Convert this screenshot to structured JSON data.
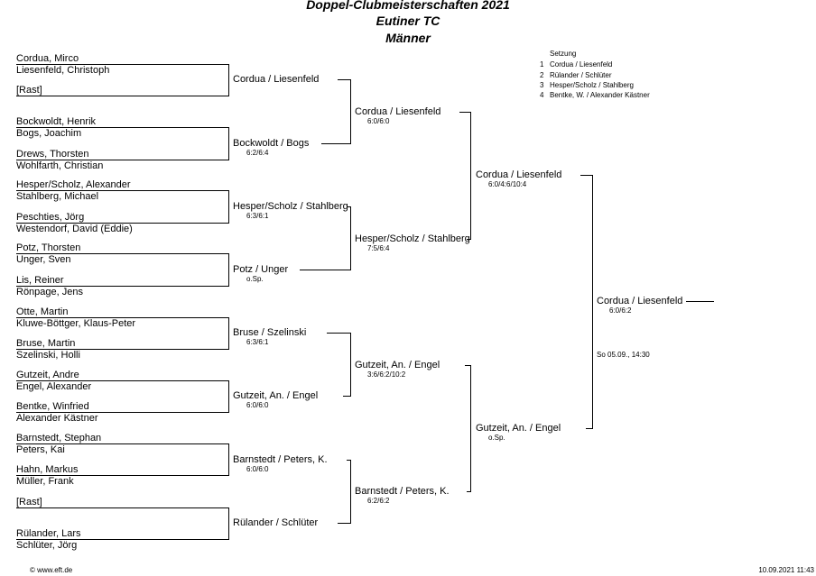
{
  "header": {
    "title": "Doppel-Clubmeisterschaften 2021",
    "club": "Eutiner TC",
    "category": "Männer"
  },
  "seeding": {
    "title": "Setzung",
    "entries": [
      {
        "num": "1",
        "name": "Cordua / Liesenfeld"
      },
      {
        "num": "2",
        "name": "Rülander / Schlüter"
      },
      {
        "num": "3",
        "name": "Hesper/Scholz / Stahlberg"
      },
      {
        "num": "4",
        "name": "Bentke, W. / Alexander Kästner"
      }
    ]
  },
  "round1": [
    {
      "a": "Cordua, Mirco",
      "b": "Liesenfeld, Christoph"
    },
    {
      "a": "[Rast]",
      "b": ""
    },
    {
      "a": "Bockwoldt, Henrik",
      "b": "Bogs, Joachim"
    },
    {
      "a": "Drews, Thorsten",
      "b": "Wohlfarth, Christian"
    },
    {
      "a": "Hesper/Scholz, Alexander",
      "b": "Stahlberg, Michael"
    },
    {
      "a": "Peschties, Jörg",
      "b": "Westendorf, David (Eddie)"
    },
    {
      "a": "Potz, Thorsten",
      "b": "Unger, Sven"
    },
    {
      "a": "Lis, Reiner",
      "b": "Rönpage, Jens"
    },
    {
      "a": "Otte, Martin",
      "b": "Kluwe-Böttger, Klaus-Peter"
    },
    {
      "a": "Bruse, Martin",
      "b": "Szelinski, Holli"
    },
    {
      "a": "Gutzeit, Andre",
      "b": "Engel, Alexander"
    },
    {
      "a": "Bentke, Winfried",
      "b": "Alexander Kästner"
    },
    {
      "a": "Barnstedt, Stephan",
      "b": "Peters, Kai"
    },
    {
      "a": "Hahn, Markus",
      "b": "Müller, Frank"
    },
    {
      "a": "[Rast]",
      "b": ""
    },
    {
      "a": "Rülander, Lars",
      "b": "Schlüter, Jörg"
    }
  ],
  "round2": [
    {
      "name": "Cordua / Liesenfeld",
      "score": ""
    },
    {
      "name": "Bockwoldt / Bogs",
      "score": "6:2/6:4"
    },
    {
      "name": "Hesper/Scholz / Stahlberg",
      "score": "6:3/6:1"
    },
    {
      "name": "Potz / Unger",
      "score": "o.Sp."
    },
    {
      "name": "Bruse / Szelinski",
      "score": "6:3/6:1"
    },
    {
      "name": "Gutzeit, An. / Engel",
      "score": "6:0/6:0"
    },
    {
      "name": "Barnstedt / Peters, K.",
      "score": "6:0/6:0"
    },
    {
      "name": "Rülander / Schlüter",
      "score": ""
    }
  ],
  "round3": [
    {
      "name": "Cordua / Liesenfeld",
      "score": "6:0/6:0"
    },
    {
      "name": "Hesper/Scholz / Stahlberg",
      "score": "7:5/6:4"
    },
    {
      "name": "Gutzeit, An. / Engel",
      "score": "3:6/6:2/10:2"
    },
    {
      "name": "Barnstedt / Peters, K.",
      "score": "6:2/6:2"
    }
  ],
  "round4": [
    {
      "name": "Cordua / Liesenfeld",
      "score": "6:0/4:6/10:4"
    },
    {
      "name": "Gutzeit, An. / Engel",
      "score": "o.Sp."
    }
  ],
  "final": {
    "name": "Cordua / Liesenfeld",
    "score": "6:0/6:2",
    "schedule": "So 05.09., 14:30"
  },
  "footer": {
    "left": "© www.eft.de",
    "right": "10.09.2021 11:43"
  }
}
